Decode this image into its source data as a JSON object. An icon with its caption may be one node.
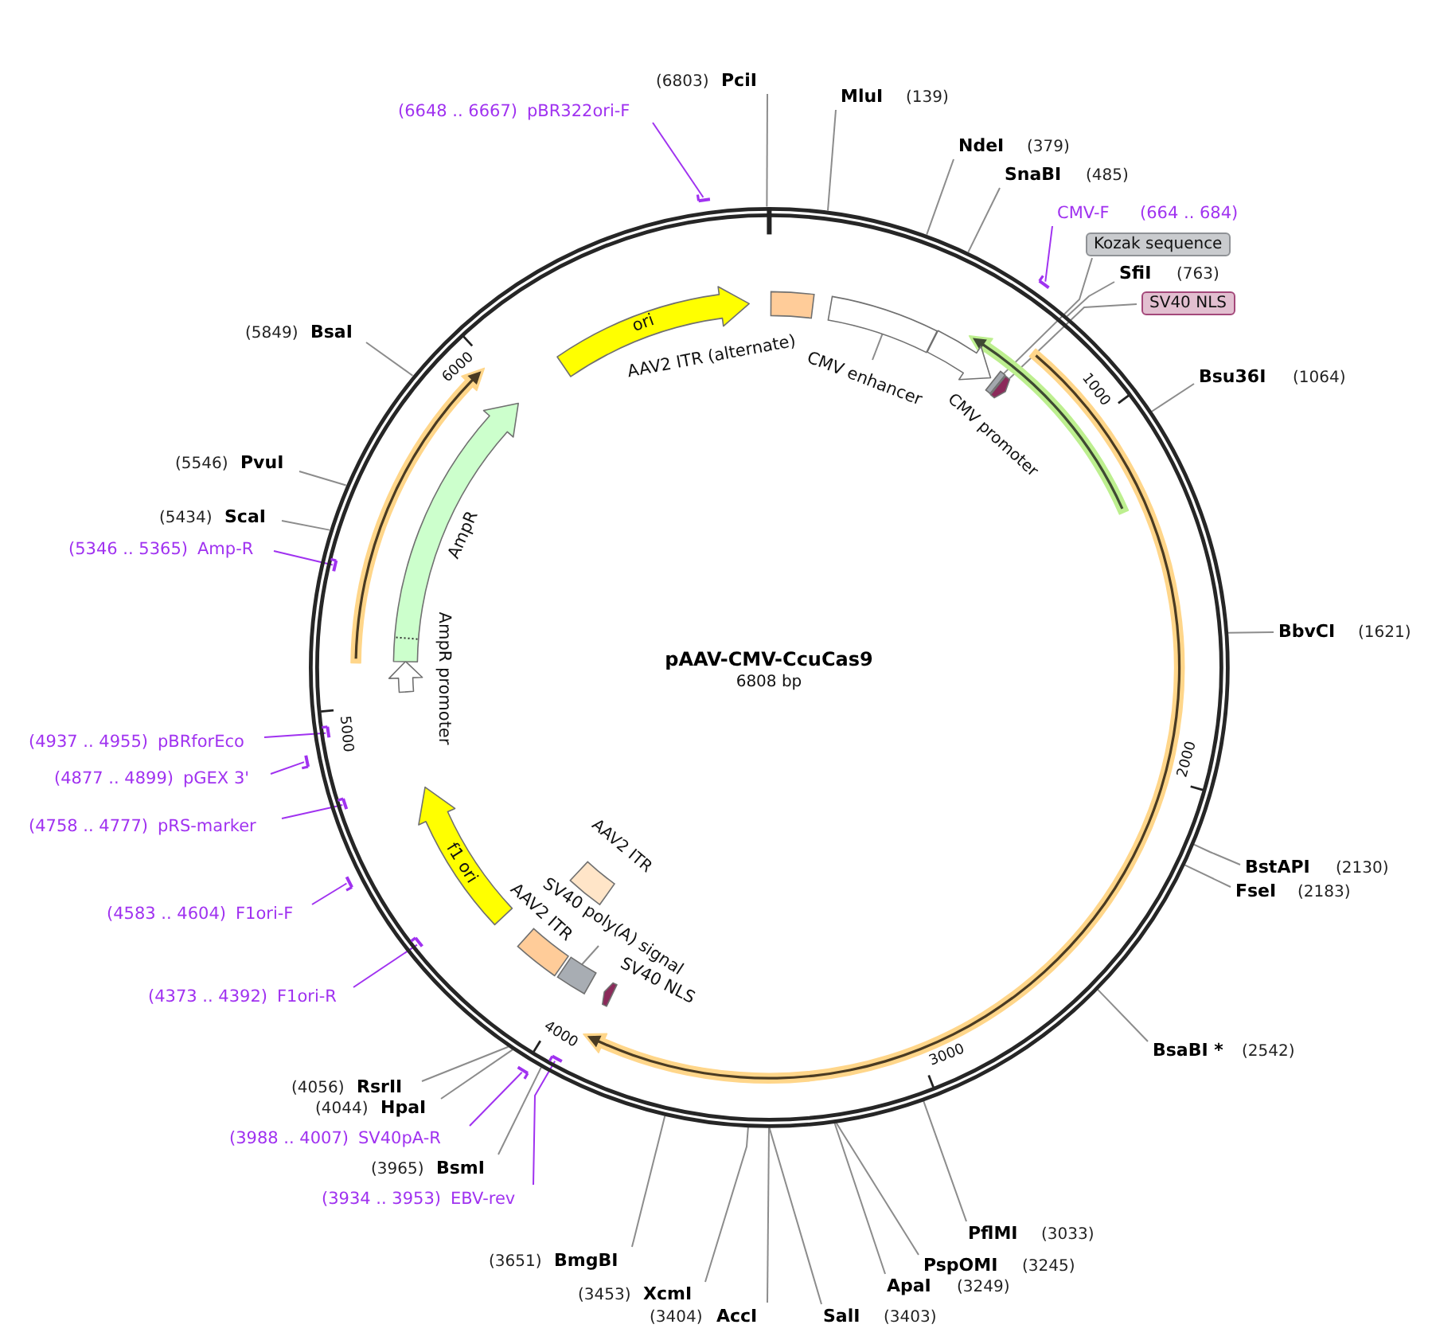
{
  "diagram": {
    "title": "pAAV-CMV-CcuCas9",
    "nodes": [
      {
        "text": [],
        "shape": "circle"
      },
      {
        "text": [
          "(6803)",
          "PciI"
        ]
      },
      {
        "text": [
          "MluI",
          "(139)"
        ]
      },
      {
        "text": [
          "NdeI",
          "(379)"
        ]
      },
      {
        "text": [
          "SnaBI",
          "(485)"
        ]
      },
      {
        "text": [
          "CMV-F",
          "(664 .. 684)"
        ]
      },
      {
        "text": [],
        "shape": "bar"
      },
      {
        "text": [
          "Kozak sequence"
        ]
      },
      {
        "text": [
          "SfiI",
          "(763)"
        ]
      },
      {
        "text": [
          "SV40 NLS"
        ]
      },
      {
        "text": [
          "Bsu36I",
          "(1064)"
        ]
      },
      {
        "text": [
          "BbvCI",
          "(1621)"
        ]
      },
      {
        "text": [
          "BstAPI",
          "(2130)"
        ]
      },
      {
        "text": [
          "FseI",
          "(2183)"
        ]
      },
      {
        "text": [
          "BsaBI *",
          "(2542)"
        ]
      },
      {
        "text": [
          "PflMI",
          "(3033)"
        ]
      },
      {
        "text": [
          "PspOMI",
          "(3245)"
        ]
      },
      {
        "text": [
          "ApaI",
          "(3249)"
        ]
      },
      {
        "text": [
          "SalI",
          "(3403)"
        ]
      },
      {
        "text": [
          "(3404)",
          "AccI"
        ]
      },
      {
        "text": [
          "(3453)",
          "XcmI"
        ]
      },
      {
        "text": [
          "(3651)",
          "BmgBI"
        ]
      },
      {
        "text": [
          "(3934 .. 3953)",
          "EBV-rev"
        ]
      },
      {
        "text": [],
        "shape": "bar",
        "in": 0
      },
      {
        "text": [
          "(3965)",
          "BsmI"
        ]
      },
      {
        "text": [
          "(3988 .. 4007)",
          "SV40pA-R"
        ]
      },
      {
        "text": [],
        "shape": "bar"
      },
      {
        "text": [
          "(4044)",
          "HpaI"
        ]
      },
      {
        "text": [
          "(4056)",
          "RsrII"
        ]
      },
      {
        "text": [
          "(4373 .. 4392)",
          "F1ori-R"
        ]
      },
      {
        "text": [],
        "shape": "bar",
        "in": 0
      },
      {
        "text": [
          "(4583 .. 4604)",
          "F1ori-F"
        ]
      },
      {
        "text": [],
        "shape": "bar"
      },
      {
        "text": [
          "(4758 .. 4777)",
          "pRS-marker"
        ]
      },
      {
        "text": [],
        "shape": "bar",
        "in": 0
      },
      {
        "text": [
          "(4877 .. 4899)",
          "pGEX 3'"
        ]
      },
      {
        "text": [],
        "shape": "bar"
      },
      {
        "text": [
          "(4937 .. 4955)",
          "pBRforEco"
        ]
      },
      {
        "text": [],
        "shape": "bar",
        "in": 0
      },
      {
        "text": [
          "(5346 .. 5365)",
          "Amp-R"
        ]
      },
      {
        "text": [],
        "shape": "bar",
        "in": 0
      },
      {
        "text": [
          "(5434)",
          "ScaI"
        ]
      },
      {
        "text": [
          "(5546)",
          "PvuI"
        ]
      },
      {
        "text": [
          "(5849)",
          "BsaI"
        ]
      },
      {
        "text": [
          "(6648 .. 6667)",
          "pBR322ori-F"
        ]
      },
      {
        "text": [],
        "shape": "bar"
      },
      {
        "text": [
          "ori"
        ],
        "in": 0
      },
      {
        "text": [],
        "shape": "box",
        "in": 0
      },
      {
        "text": [],
        "shape": "box",
        "in": 0
      },
      {
        "text": [
          "CMV enhancer"
        ],
        "in": 0
      },
      {
        "text": [],
        "shape": "arrow",
        "in": 0
      },
      {
        "text": [],
        "shape": "box",
        "in": 0
      },
      {
        "text": [],
        "shape": "arrow",
        "in": 0
      },
      {
        "text": [],
        "shape": "arrow",
        "beside": [
          "SV40 NLS"
        ],
        "in": 0
      },
      {
        "text": [],
        "shape": "box",
        "in": 0
      },
      {
        "text": [
          "SV40 poly(A) signal"
        ],
        "in": 0
      },
      {
        "text": [],
        "shape": "box",
        "beside": [
          "AAV2 ITR"
        ],
        "in": 0
      },
      {
        "text": [],
        "shape": "box",
        "beside": [
          "AAV2 ITR"
        ],
        "in": 0
      },
      {
        "text": [
          "f1 ori"
        ],
        "in": 0
      },
      {
        "text": [],
        "shape": "arrow",
        "in": 0
      },
      {
        "text": [],
        "shape": "arrow",
        "beside": [
          "AmpR"
        ],
        "in": 0
      }
    ],
    "edges": [
      {
        "from": 1,
        "to": 0,
        "arrow": "none"
      },
      {
        "from": 2,
        "to": 0,
        "arrow": "none"
      },
      {
        "from": 3,
        "to": 0,
        "arrow": "none"
      },
      {
        "from": 4,
        "to": 0,
        "arrow": "none"
      },
      {
        "from": 5,
        "to": 6,
        "arrow": "none",
        "color": "#a032f0"
      },
      {
        "from": 7,
        "to": 51,
        "arrow": "none"
      },
      {
        "from": 8,
        "to": 0,
        "arrow": "none"
      },
      {
        "from": 9,
        "to": 52,
        "arrow": "none"
      },
      {
        "from": 10,
        "to": 0,
        "arrow": "none"
      },
      {
        "from": 11,
        "to": 0,
        "arrow": "none"
      },
      {
        "from": 12,
        "to": 0,
        "arrow": "none"
      },
      {
        "from": 13,
        "to": 0,
        "arrow": "none"
      },
      {
        "from": 14,
        "to": 0,
        "arrow": "none"
      },
      {
        "from": 15,
        "to": 0,
        "arrow": "none"
      },
      {
        "from": 16,
        "to": 0,
        "arrow": "none"
      },
      {
        "from": 17,
        "to": 0,
        "arrow": "none"
      },
      {
        "from": 18,
        "to": 0,
        "arrow": "none"
      },
      {
        "from": 19,
        "to": 0,
        "arrow": "none"
      },
      {
        "from": 20,
        "to": 0,
        "arrow": "none"
      },
      {
        "from": 21,
        "to": 0,
        "arrow": "none"
      },
      {
        "from": 22,
        "to": 23,
        "arrow": "none",
        "color": "#a032f0"
      },
      {
        "from": 24,
        "to": 0,
        "arrow": "none"
      },
      {
        "from": 25,
        "to": 26,
        "arrow": "none",
        "color": "#a032f0"
      },
      {
        "from": 27,
        "to": 0,
        "arrow": "none"
      },
      {
        "from": 28,
        "to": 0,
        "arrow": "none"
      },
      {
        "from": 29,
        "to": 30,
        "arrow": "none",
        "color": "#a032f0"
      },
      {
        "from": 31,
        "to": 32,
        "arrow": "none",
        "color": "#a032f0"
      },
      {
        "from": 33,
        "to": 34,
        "arrow": "none",
        "color": "#a032f0"
      },
      {
        "from": 35,
        "to": 36,
        "arrow": "none",
        "color": "#a032f0"
      },
      {
        "from": 37,
        "to": 38,
        "arrow": "none",
        "color": "#a032f0"
      },
      {
        "from": 39,
        "to": 40,
        "arrow": "none",
        "color": "#a032f0"
      },
      {
        "from": 41,
        "to": 0,
        "arrow": "none"
      },
      {
        "from": 42,
        "to": 0,
        "arrow": "none"
      },
      {
        "from": 43,
        "to": 0,
        "arrow": "none"
      },
      {
        "from": 44,
        "to": 45,
        "arrow": "none",
        "color": "#a032f0"
      },
      {
        "from": 49,
        "to": 48,
        "arrow": "none"
      },
      {
        "from": 55,
        "to": 54,
        "arrow": "none"
      }
    ],
    "labels": [
      "AAV2 ITR (alternate)",
      "CMV promoter",
      "AmpR promoter",
      "6808 bp",
      "1000",
      "2000",
      "3000",
      "4000",
      "5000",
      "6000"
    ]
  }
}
